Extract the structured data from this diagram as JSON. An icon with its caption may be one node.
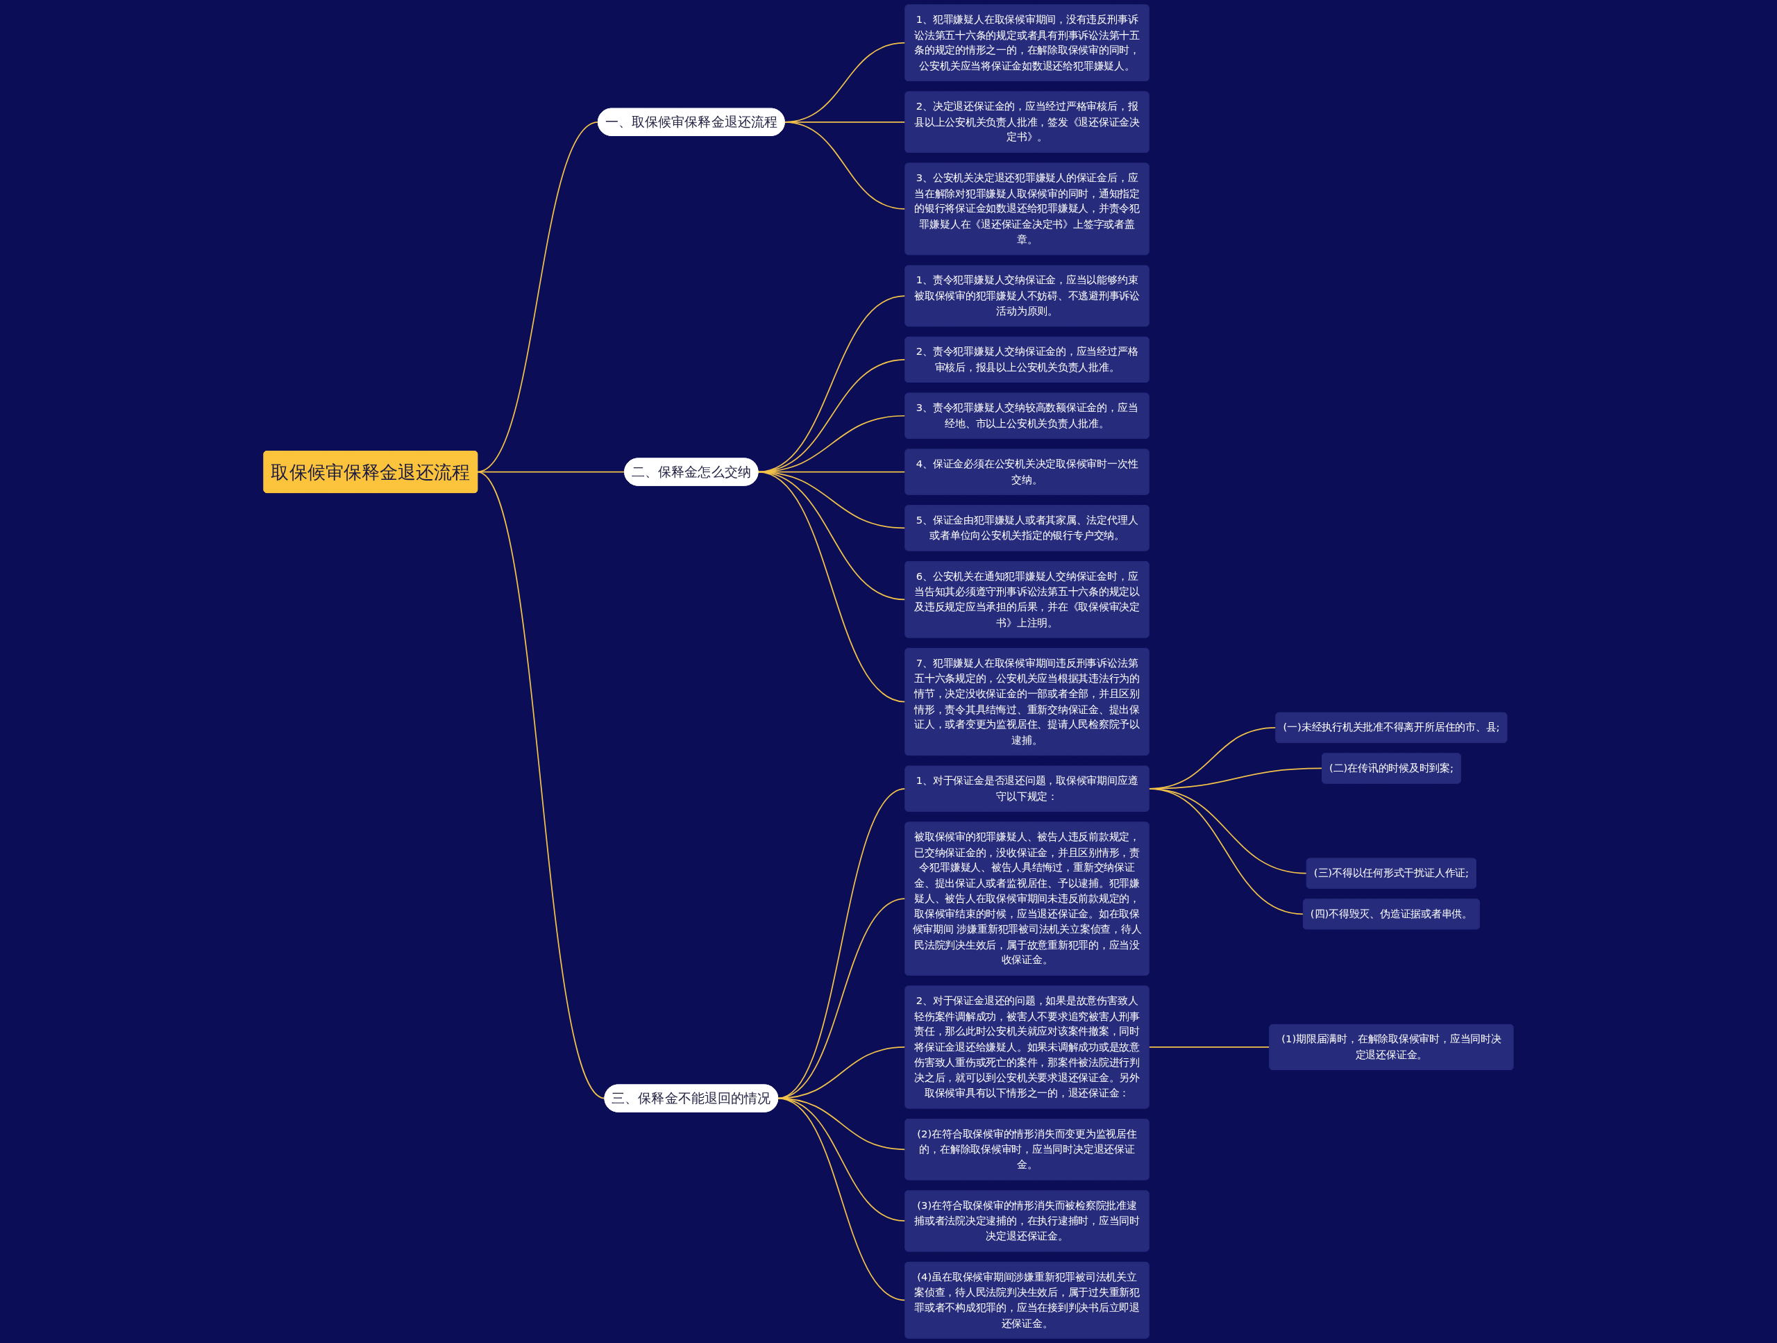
{
  "diagram": {
    "nodes": [
      {
        "text": [
          "取保候审保释金退还流程"
        ]
      },
      {
        "text": [
          "一、取保候审保释金退还流程"
        ]
      },
      {
        "text": [
          "1、犯罪嫌疑人在取保候审期间，没有违反刑事诉讼法第五十六条的规定或者具有刑事诉讼法第十五条的规定的情形之一的，在解除取保候审的同时，公安机关应当将保证金如数退还给犯罪嫌疑人。"
        ]
      },
      {
        "text": [
          "2、决定退还保证金的，应当经过严格审核后，报县以上公安机关负责人批准，签发《退还保证金决定书》。"
        ]
      },
      {
        "text": [
          "3、公安机关决定退还犯罪嫌疑人的保证金后，应当在解除对犯罪嫌疑人取保候审的同时，通知指定的银行将保证金如数退还给犯罪嫌疑人，并责令犯罪嫌疑人在《退还保证金决定书》上签字或者盖章。"
        ]
      },
      {
        "text": [
          "二、保释金怎么交纳"
        ]
      },
      {
        "text": [
          "1、责令犯罪嫌疑人交纳保证金，应当以能够约束被取保候审的犯罪嫌疑人不妨碍、不逃避刑事诉讼活动为原则。"
        ]
      },
      {
        "text": [
          "2、责令犯罪嫌疑人交纳保证金的，应当经过严格审核后，报县以上公安机关负责人批准。"
        ]
      },
      {
        "text": [
          "3、责令犯罪嫌疑人交纳较高数额保证金的，应当经地、市以上公安机关负责人批准。"
        ]
      },
      {
        "text": [
          "4、保证金必须在公安机关决定取保候审时一次性交纳。"
        ]
      },
      {
        "text": [
          "5、保证金由犯罪嫌疑人或者其家属、法定代理人或者单位向公安机关指定的银行专户交纳。"
        ]
      },
      {
        "text": [
          "6、公安机关在通知犯罪嫌疑人交纳保证金时，应当告知其必须遵守刑事诉讼法第五十六条的规定以及违反规定应当承担的后果，并在《取保候审决定书》上注明。"
        ]
      },
      {
        "text": [
          "7、犯罪嫌疑人在取保候审期间违反刑事诉讼法第五十六条规定的，公安机关应当根据其违法行为的情节，决定没收保证金的一部或者全部，并且区别情形，责令其具结悔过、重新交纳保证金、提出保证人，或者变更为监视居住、提请人民检察院予以逮捕。"
        ]
      },
      {
        "text": [
          "三、保释金不能退回的情况"
        ]
      },
      {
        "text": [
          "1、对于保证金是否退还问题，取保候审期间应遵守以下规定："
        ]
      },
      {
        "text": [
          "(一)未经执行机关批准不得离开所居住的市、县;"
        ]
      },
      {
        "text": [
          "(二)在传讯的时候及时到案;"
        ]
      },
      {
        "text": [
          "(三)不得以任何形式干扰证人作证;"
        ]
      },
      {
        "text": [
          "(四)不得毁灭、伪造证据或者串供。"
        ]
      },
      {
        "text": [
          "被取保候审的犯罪嫌疑人、被告人违反前款规定，已交纳保证金的，没收保证金，并且区别情形，责令犯罪嫌疑人、被告人具结悔过，重新交纳保证金、提出保证人或者监视居住、予以逮捕。犯罪嫌疑人、被告人在取保候审期间未违反前款规定的，取保候审结束的时候，应当退还保证金。如在取保候审期间 涉嫌重新犯罪被司法机关立案侦查，待人民法院判决生效后，属于故意重新犯罪的，应当没收保证金。"
        ]
      },
      {
        "text": [
          "2、对于保证金退还的问题，如果是故意伤害致人轻伤案件调解成功，被害人不要求追究被害人刑事责任，那么此时公安机关就应对该案件撤案，同时将保证金退还给嫌疑人。如果未调解成功或是故意伤害致人重伤或死亡的案件，那案件被法院进行判决之后，就可以到公安机关要求退还保证金。另外取保候审具有以下情形之一的，退还保证金："
        ]
      },
      {
        "text": [
          "(1)期限届满时，在解除取保候审时，应当同时决定退还保证金。"
        ]
      },
      {
        "text": [
          "(2)在符合取保候审的情形消失而变更为监视居住的，在解除取保候审时，应当同时决定退还保证金。"
        ]
      },
      {
        "text": [
          "(3)在符合取保候审的情形消失而被检察院批准逮捕或者法院决定逮捕的，在执行逮捕时，应当同时决定退还保证金。"
        ]
      },
      {
        "text": [
          "(4)虽在取保候审期间涉嫌重新犯罪被司法机关立案侦查，待人民法院判决生效后，属于过失重新犯罪或者不构成犯罪的，应当在接到判决书后立即退还保证金。"
        ]
      }
    ],
    "edges": [
      {
        "from": 0,
        "to": 1,
        "arrow": "none"
      },
      {
        "from": 1,
        "to": 2,
        "arrow": "none"
      },
      {
        "from": 1,
        "to": 3,
        "arrow": "none"
      },
      {
        "from": 1,
        "to": 4,
        "arrow": "none"
      },
      {
        "from": 0,
        "to": 5,
        "arrow": "none"
      },
      {
        "from": 5,
        "to": 6,
        "arrow": "none"
      },
      {
        "from": 5,
        "to": 7,
        "arrow": "none"
      },
      {
        "from": 5,
        "to": 8,
        "arrow": "none"
      },
      {
        "from": 5,
        "to": 9,
        "arrow": "none"
      },
      {
        "from": 5,
        "to": 10,
        "arrow": "none"
      },
      {
        "from": 5,
        "to": 11,
        "arrow": "none"
      },
      {
        "from": 5,
        "to": 12,
        "arrow": "none"
      },
      {
        "from": 0,
        "to": 13,
        "arrow": "none"
      },
      {
        "from": 13,
        "to": 14,
        "arrow": "none"
      },
      {
        "from": 14,
        "to": 15,
        "arrow": "none"
      },
      {
        "from": 14,
        "to": 16,
        "arrow": "none"
      },
      {
        "from": 14,
        "to": 17,
        "arrow": "none"
      },
      {
        "from": 14,
        "to": 18,
        "arrow": "none"
      },
      {
        "from": 13,
        "to": 19,
        "arrow": "none"
      },
      {
        "from": 13,
        "to": 20,
        "arrow": "none"
      },
      {
        "from": 20,
        "to": 21,
        "arrow": "none"
      },
      {
        "from": 13,
        "to": 22,
        "arrow": "none"
      },
      {
        "from": 13,
        "to": 23,
        "arrow": "none"
      },
      {
        "from": 13,
        "to": 24,
        "arrow": "none"
      }
    ]
  }
}
